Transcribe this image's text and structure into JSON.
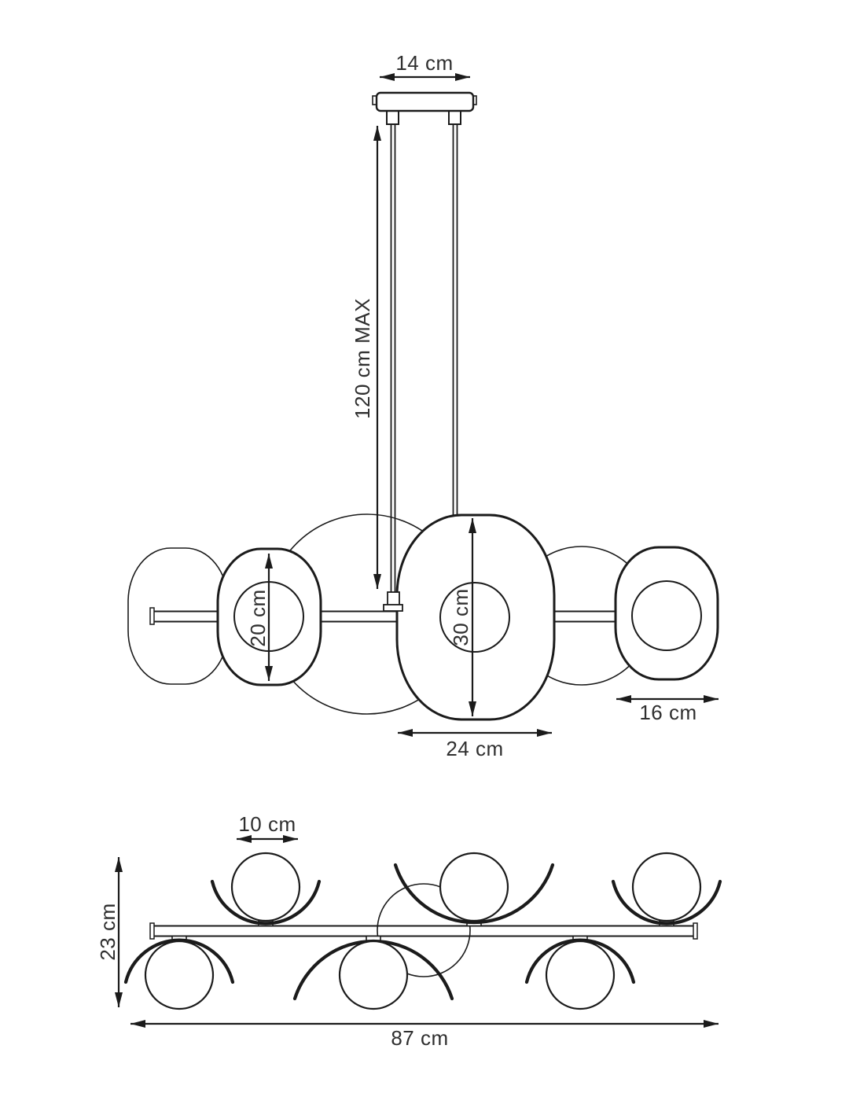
{
  "colors": {
    "background": "#ffffff",
    "line": "#1b1b1b",
    "text": "#2f2f2f"
  },
  "views": {
    "side": {
      "dims": {
        "canopy_width": "14 cm",
        "drop_max": "120 cm MAX",
        "small_shade_height": "20 cm",
        "large_shade_height": "30 cm",
        "large_shade_width": "24 cm",
        "side_shade_width": "16 cm"
      }
    },
    "top": {
      "dims": {
        "globe_diameter": "10 cm",
        "depth": "23 cm",
        "total_width": "87 cm"
      }
    }
  }
}
